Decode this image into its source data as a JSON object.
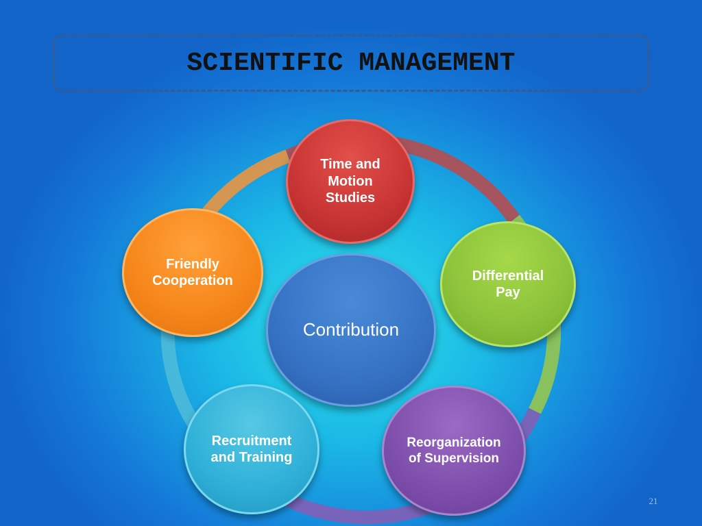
{
  "title": "SCIENTIFIC MANAGEMENT",
  "center": {
    "label": "Contribution",
    "color": "#3672c4"
  },
  "nodes": [
    {
      "label": "Time and\nMotion\nStudies",
      "color": "#c83434"
    },
    {
      "label": "Differential\nPay",
      "color": "#8cc23a"
    },
    {
      "label": "Reorganization\nof Supervision",
      "color": "#7e4eac"
    },
    {
      "label": "Recruitment\nand Training",
      "color": "#2fb0d8"
    },
    {
      "label": "Friendly\nCooperation",
      "color": "#f6861a"
    }
  ],
  "page_number": "21"
}
